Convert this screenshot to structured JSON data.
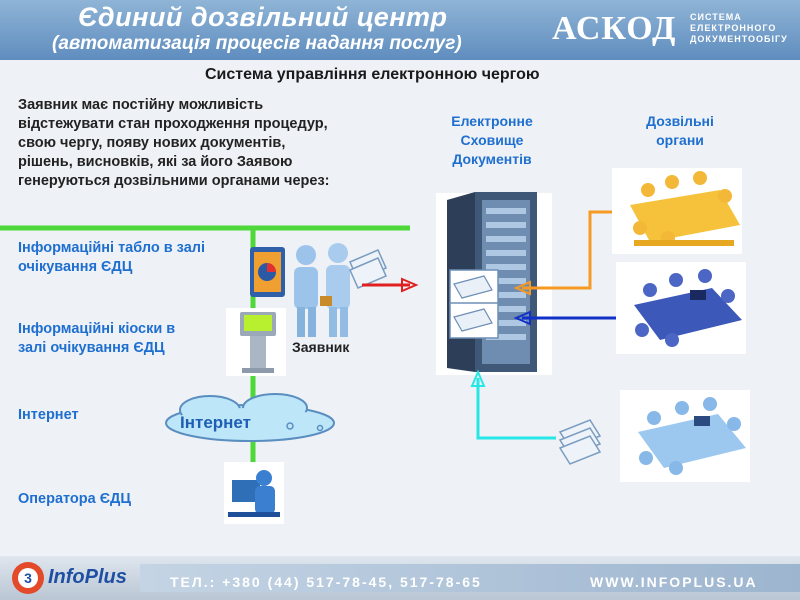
{
  "header": {
    "title": "Єдиний дозвільний центр",
    "subtitle": "(автоматизація процесів надання послуг)",
    "brand": "АСКОД",
    "brand_lines": [
      "СИСТЕМА",
      "ЕЛЕКТРОННОГО",
      "ДОКУМЕНТООБІГУ"
    ]
  },
  "page_title": "Система управління електронною чергою",
  "intro_lines": [
    "Заявник має постійну можливість",
    "відстежувати стан проходження процедур,",
    "свою чергу, появу нових документів,",
    "рішень, висновків, які за його Заявою",
    "генеруються дозвільними органами через:"
  ],
  "channels": [
    {
      "line1": "Інформаційні табло в залі",
      "line2": "очікування ЄДЦ"
    },
    {
      "line1": "Інформаційні кіоски в",
      "line2": "залі очікування ЄДЦ"
    },
    {
      "line1": "Інтернет",
      "line2": ""
    },
    {
      "line1": "Оператора ЄДЦ",
      "line2": ""
    }
  ],
  "storage_label": [
    "Електронне",
    "Сховище",
    "Документів"
  ],
  "orgs_label": [
    "Дозвільні",
    "органи"
  ],
  "applicant_label": "Заявник",
  "cloud_label": "Інтернет",
  "footer": {
    "logo": "InfoPlus",
    "badge": "3",
    "phone": "ТЕЛ.: +380 (44) 517-78-45, 517-78-65",
    "web": "WWW.INFOPLUS.UA"
  },
  "colors": {
    "green_line": "#4fd83a",
    "red_arrow": "#e02020",
    "orange_arrow": "#f59a23",
    "blue_arrow": "#1030c8",
    "cyan_arrow": "#27e6e6",
    "accent_text": "#1e6fd0"
  }
}
